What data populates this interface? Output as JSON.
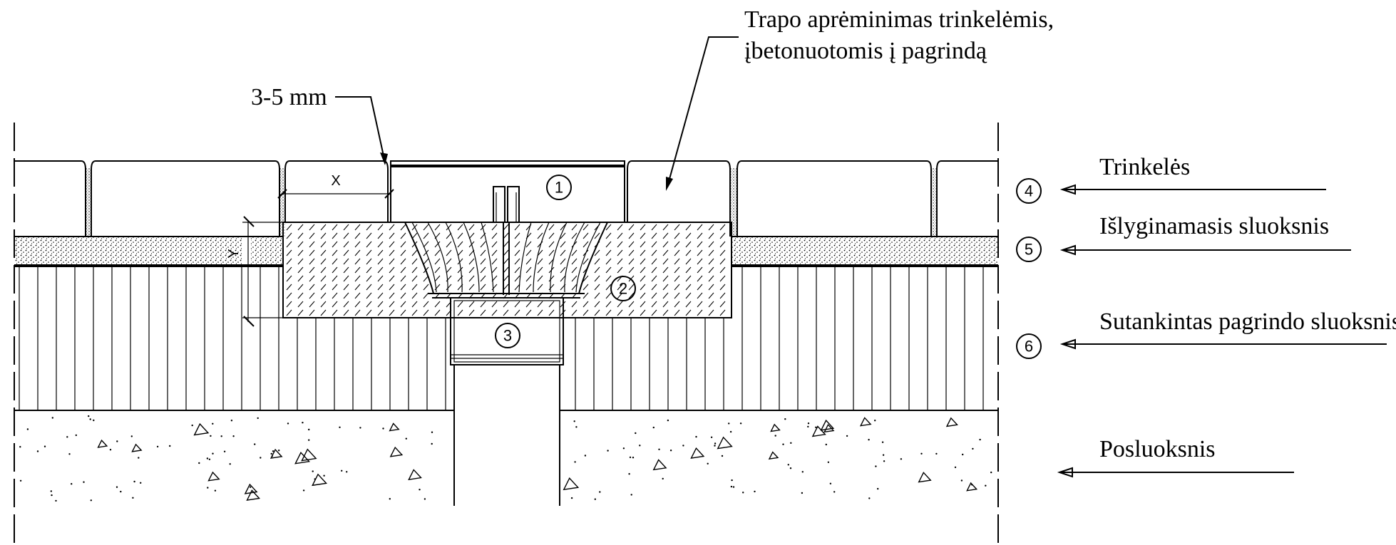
{
  "callouts": {
    "frame_note_line1": "Trapo aprėminimas trinkelėmis,",
    "frame_note_line2": "įbetonuotomis į pagrindą",
    "gap": "3-5 mm"
  },
  "dimensions": {
    "x": "X",
    "y": "Y"
  },
  "part_numbers": [
    "1",
    "2",
    "3"
  ],
  "layers": [
    {
      "number": "4",
      "label": "Trinkelės"
    },
    {
      "number": "5",
      "label": "Išlyginamasis sluoksnis"
    },
    {
      "number": "6",
      "label": "Sutankintas pagrindo sluoksnis"
    },
    {
      "number": "",
      "label": "Posluoksnis"
    }
  ]
}
